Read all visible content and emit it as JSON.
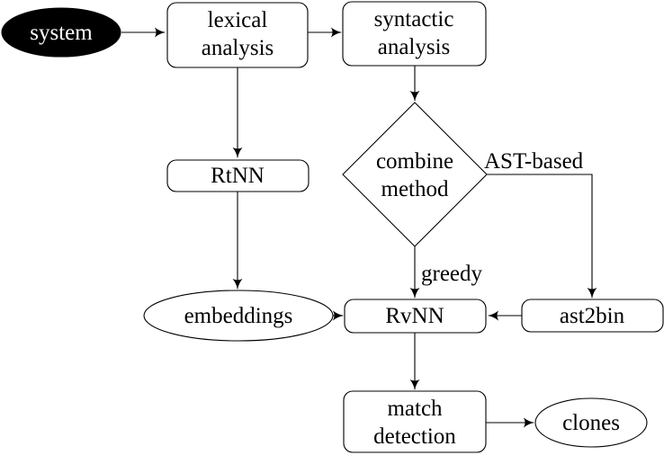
{
  "diagram": {
    "type": "flowchart",
    "background": "#ffffff",
    "stroke_color": "#000000",
    "nodes": {
      "system": {
        "label": "system",
        "shape": "ellipse",
        "fill": "#000000",
        "text_color": "#ffffff"
      },
      "lexical_analysis": {
        "line1": "lexical",
        "line2": "analysis",
        "shape": "rounded-rect",
        "fill": "#ffffff"
      },
      "syntactic_analysis": {
        "line1": "syntactic",
        "line2": "analysis",
        "shape": "rounded-rect",
        "fill": "#ffffff"
      },
      "rtnn": {
        "label": "RtNN",
        "shape": "rounded-rect",
        "fill": "#ffffff"
      },
      "combine_method": {
        "line1": "combine",
        "line2": "method",
        "shape": "diamond",
        "fill": "#ffffff"
      },
      "embeddings": {
        "label": "embeddings",
        "shape": "ellipse",
        "fill": "#ffffff"
      },
      "rvnn": {
        "label": "RvNN",
        "shape": "rounded-rect",
        "fill": "#ffffff"
      },
      "ast2bin": {
        "label": "ast2bin",
        "shape": "rounded-rect",
        "fill": "#ffffff"
      },
      "match_detection": {
        "line1": "match",
        "line2": "detection",
        "shape": "rounded-rect",
        "fill": "#ffffff"
      },
      "clones": {
        "label": "clones",
        "shape": "ellipse",
        "fill": "#ffffff"
      }
    },
    "edge_labels": {
      "ast_based": "AST-based",
      "greedy": "greedy"
    },
    "edges": [
      {
        "from": "system",
        "to": "lexical_analysis",
        "label": ""
      },
      {
        "from": "lexical_analysis",
        "to": "syntactic_analysis",
        "label": ""
      },
      {
        "from": "lexical_analysis",
        "to": "rtnn",
        "label": ""
      },
      {
        "from": "syntactic_analysis",
        "to": "combine_method",
        "label": ""
      },
      {
        "from": "rtnn",
        "to": "embeddings",
        "label": ""
      },
      {
        "from": "combine_method",
        "to": "rvnn",
        "label": "greedy"
      },
      {
        "from": "combine_method",
        "to": "ast2bin",
        "label": "AST-based"
      },
      {
        "from": "embeddings",
        "to": "rvnn",
        "label": ""
      },
      {
        "from": "ast2bin",
        "to": "rvnn",
        "label": ""
      },
      {
        "from": "rvnn",
        "to": "match_detection",
        "label": ""
      },
      {
        "from": "match_detection",
        "to": "clones",
        "label": ""
      }
    ]
  }
}
